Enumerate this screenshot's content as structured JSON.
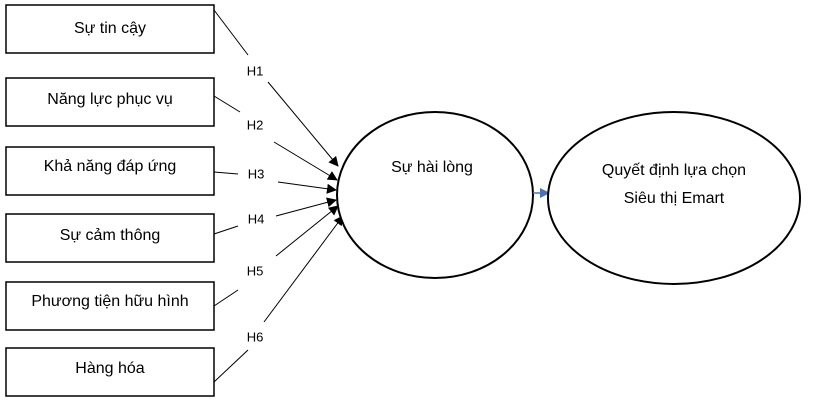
{
  "factors": [
    {
      "label": "Sự tin cậy",
      "hypothesis": "H1"
    },
    {
      "label": "Năng lực phục vụ",
      "hypothesis": "H2"
    },
    {
      "label": "Khả năng đáp ứng",
      "hypothesis": "H3"
    },
    {
      "label": "Sự cảm thông",
      "hypothesis": "H4"
    },
    {
      "label": "Phương tiện hữu hình",
      "hypothesis": "H5"
    },
    {
      "label": "Hàng hóa",
      "hypothesis": "H6"
    }
  ],
  "mediator": {
    "label": "Sự hài lòng"
  },
  "outcome": {
    "line1": "Quyết định lựa chọn",
    "line2": "Siêu thị Emart"
  },
  "colors": {
    "stroke": "#000000",
    "outcome_arrow": "#4472C4"
  }
}
